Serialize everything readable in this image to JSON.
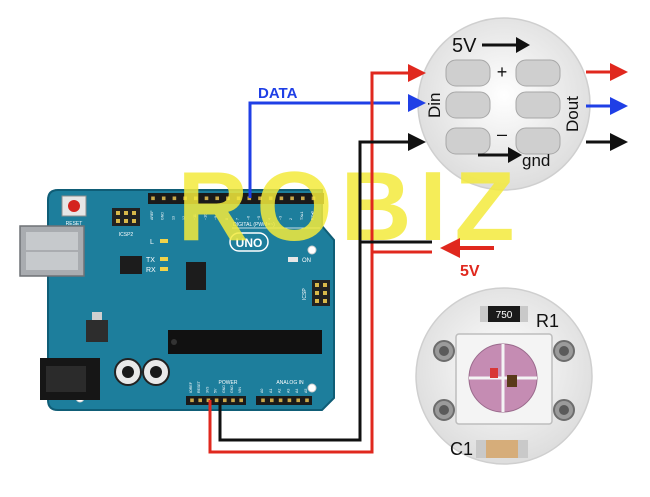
{
  "watermark": {
    "text": "ROBIZ",
    "color": "#f3ea3c"
  },
  "labels": {
    "data": "DATA",
    "power_5v": "5V"
  },
  "arduino": {
    "logo": "UNO",
    "reset_label": "RESET",
    "icsp2_label": "ICSP2",
    "icsp_label": "ICSP",
    "digital_label": "DIGITAL (PWM=~)",
    "power_label": "POWER",
    "analog_label": "ANALOG IN",
    "led_l": "L",
    "led_tx": "TX",
    "led_rx": "RX",
    "on_label": "ON",
    "top_pins": [
      "AREF",
      "GND",
      "13",
      "12",
      "~11",
      "~10",
      "~9",
      "8",
      "7",
      "~6",
      "~5",
      "4",
      "~3",
      "2",
      "TX▸1",
      "RX◂0"
    ],
    "power_pins": [
      "IOREF",
      "RESET",
      "3V3",
      "5V",
      "GND",
      "GND",
      "VIN"
    ],
    "analog_pins": [
      "A0",
      "A1",
      "A2",
      "A3",
      "A4",
      "A5"
    ]
  },
  "led_board_top": {
    "pad_5v": "5V",
    "plus": "+",
    "din": "Din",
    "dout": "Dout",
    "minus": "–",
    "gnd": "gnd"
  },
  "led_board_bottom": {
    "resistor_value": "750",
    "r_label": "R1",
    "c_label": "C1"
  },
  "colors": {
    "wire_red": "#e0281e",
    "wire_blue": "#1f3fe6",
    "wire_black": "#111111",
    "board_blue": "#1d7e9c",
    "data_label": "#1f3fe6",
    "power_label": "#e0281e"
  }
}
